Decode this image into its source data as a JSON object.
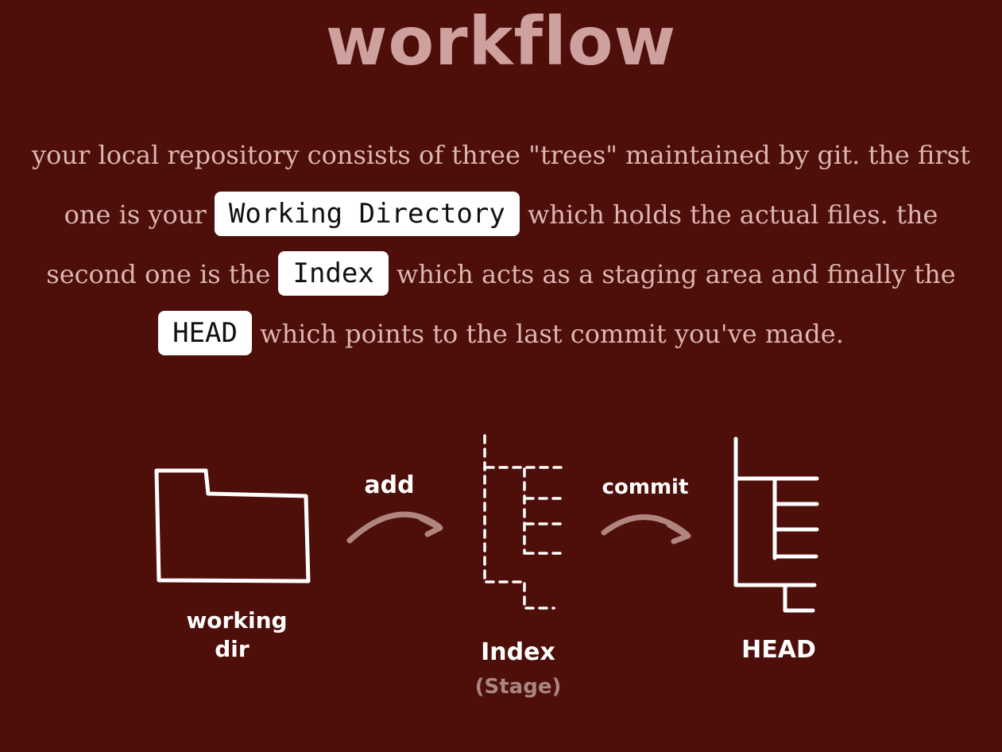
{
  "title": "workflow",
  "intro": {
    "line1": "your local repository consists of three \"trees\" maintained by git. the first",
    "line2_before": "one is your",
    "working_directory": "Working Directory",
    "line2_after": "which holds the actual files. the",
    "line3_before": "second one is the",
    "index": "Index",
    "line3_after": "which acts as a staging area and finally the",
    "head": "HEAD",
    "line4_after": "which points to the last commit you've made."
  },
  "diagram": {
    "add_label": "add",
    "commit_label": "commit",
    "working_dir_label_1": "working",
    "working_dir_label_2": "dir",
    "index_label": "Index",
    "stage_label": "(Stage)",
    "head_label": "HEAD"
  },
  "colors": {
    "background": "#4e0e0a",
    "title": "#cfa19e",
    "text": "#dcb6b3",
    "drawing": "#ffffff",
    "arrow": "#b08580",
    "stage_label": "#a98682"
  }
}
